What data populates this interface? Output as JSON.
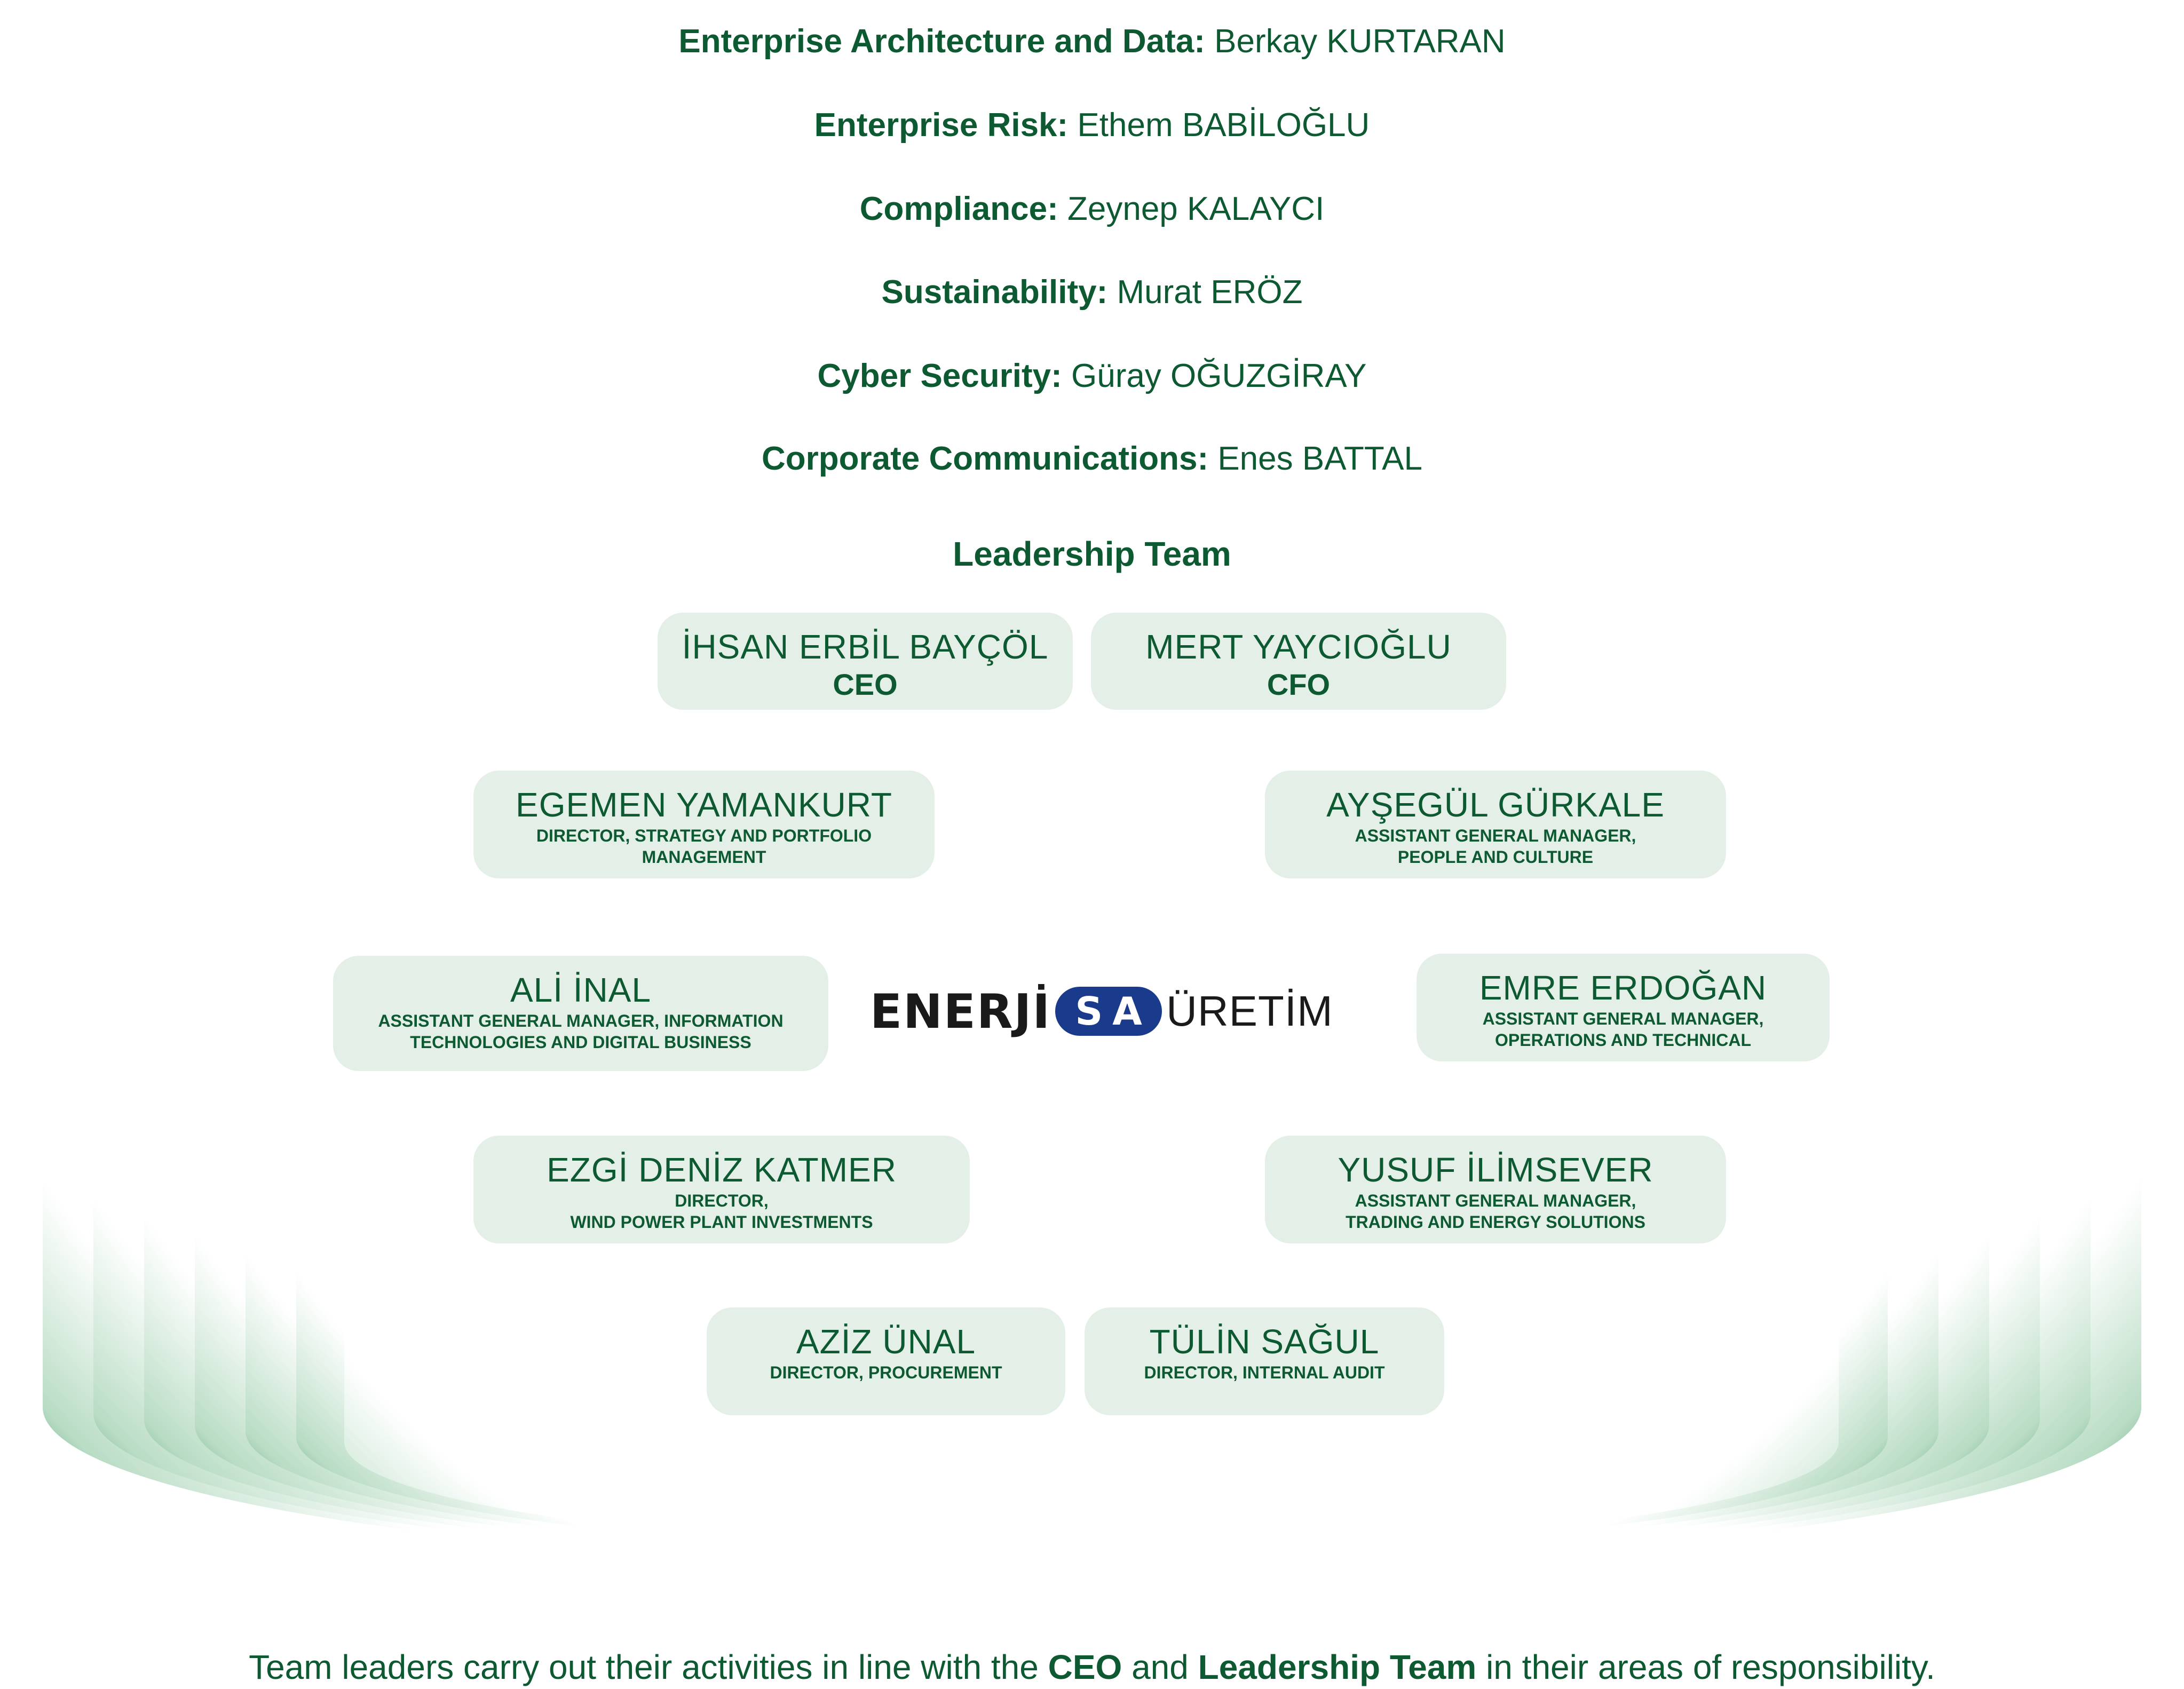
{
  "colors": {
    "brand_green": "#0d5a32",
    "card_bg": "#e4efe7",
    "logo_blue": "#1a3a8c"
  },
  "rings": [
    {
      "role": "Enterprise Architecture and Data:",
      "name": "Berkay KURTARAN"
    },
    {
      "role": "Enterprise Risk:",
      "name": "Ethem BABİLOĞLU"
    },
    {
      "role": "Compliance:",
      "name": "Zeynep KALAYCI"
    },
    {
      "role": "Sustainability:",
      "name": "Murat ERÖZ"
    },
    {
      "role": "Cyber Security:",
      "name": "Güray OĞUZGİRAY"
    },
    {
      "role": "Corporate Communications:",
      "name": "Enes BATTAL"
    }
  ],
  "leadership": {
    "title": "Leadership Team",
    "members": [
      {
        "name": "İHSAN ERBİL BAYÇÖL",
        "role": "CEO"
      },
      {
        "name": "MERT YAYCIOĞLU",
        "role": "CFO"
      },
      {
        "name": "EGEMEN YAMANKURT",
        "role": "DIRECTOR, STRATEGY AND PORTFOLIO\nMANAGEMENT"
      },
      {
        "name": "AYŞEGÜL GÜRKALE",
        "role": "ASSISTANT GENERAL MANAGER,\nPEOPLE AND CULTURE"
      },
      {
        "name": "ALİ İNAL",
        "role": "ASSISTANT GENERAL MANAGER, INFORMATION\nTECHNOLOGIES AND DIGITAL BUSINESS"
      },
      {
        "name": "EMRE ERDOĞAN",
        "role": "ASSISTANT GENERAL MANAGER,\nOPERATIONS AND TECHNICAL"
      },
      {
        "name": "EZGİ DENİZ KATMER",
        "role": "DIRECTOR,\nWIND POWER PLANT INVESTMENTS"
      },
      {
        "name": "YUSUF İLİMSEVER",
        "role": "ASSISTANT GENERAL MANAGER,\nTRADING AND ENERGY SOLUTIONS"
      },
      {
        "name": "AZİZ ÜNAL",
        "role": "DIRECTOR, PROCUREMENT"
      },
      {
        "name": "TÜLİN SAĞUL",
        "role": "DIRECTOR, INTERNAL AUDIT"
      }
    ]
  },
  "logo": {
    "part1": "ENERJİ",
    "part2": "SA",
    "part3": "ÜRETİM"
  },
  "footer": {
    "prefix": "Team leaders carry out their activities in line with the ",
    "bold1": "CEO",
    "middle": " and ",
    "bold2": "Leadership Team",
    "suffix": " in their areas of responsibility."
  }
}
